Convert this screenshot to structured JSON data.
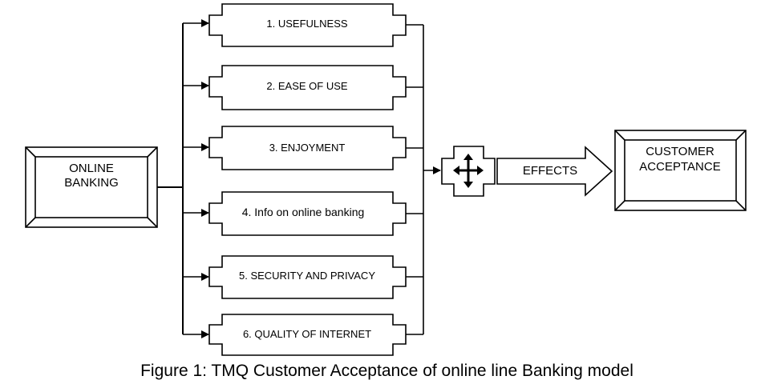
{
  "input_box": {
    "line1": "ONLINE",
    "line2": "BANKING"
  },
  "factors": [
    {
      "label": "1. USEFULNESS"
    },
    {
      "label": "2. EASE OF USE"
    },
    {
      "label": "3. ENJOYMENT"
    },
    {
      "label": "4. Info on online banking"
    },
    {
      "label": "5. SECURITY AND PRIVACY"
    },
    {
      "label": "6. QUALITY OF INTERNET"
    }
  ],
  "effects_arrow": {
    "label": "EFFECTS"
  },
  "output_box": {
    "line1": "CUSTOMER",
    "line2": "ACCEPTANCE"
  },
  "caption": "Figure 1: TMQ Customer Acceptance of online line Banking model"
}
